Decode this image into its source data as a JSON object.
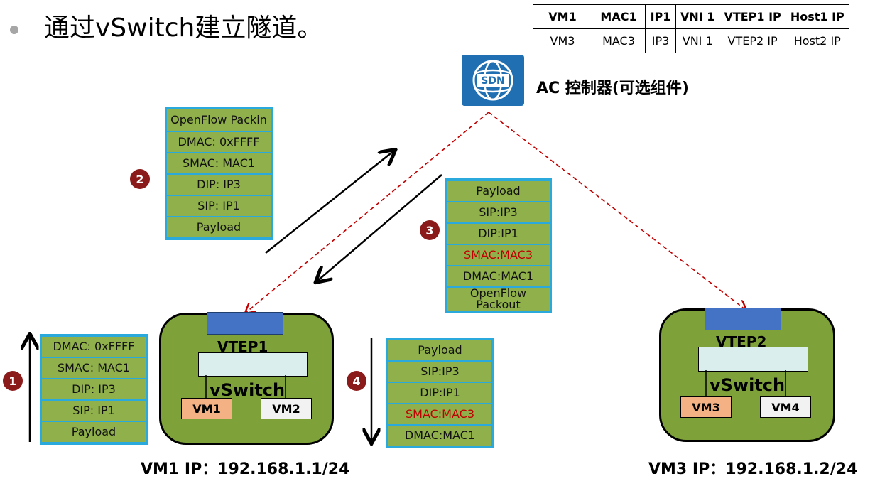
{
  "title": "通过vSwitch建立隧道。",
  "mapping_table": {
    "header": [
      "VM1",
      "MAC1",
      "IP1",
      "VNI 1",
      "VTEP1 IP",
      "Host1 IP"
    ],
    "row": [
      "VM3",
      "MAC3",
      "IP3",
      "VNI 1",
      "VTEP2 IP",
      "Host2 IP"
    ]
  },
  "controller": {
    "icon_text": "SDN",
    "label": "AC 控制器(可选组件)"
  },
  "packets": {
    "p1": {
      "badge": "1",
      "fields": [
        "DMAC: 0xFFFF",
        "SMAC: MAC1",
        "DIP: IP3",
        "SIP: IP1",
        "Payload"
      ]
    },
    "p2": {
      "badge": "2",
      "fields": [
        "OpenFlow Packin",
        "DMAC: 0xFFFF",
        "SMAC: MAC1",
        "DIP: IP3",
        "SIP: IP1",
        "Payload"
      ]
    },
    "p3": {
      "badge": "3",
      "fields": [
        "Payload",
        "SIP:IP3",
        "DIP:IP1",
        "SMAC:MAC3",
        "DMAC:MAC1",
        "OpenFlow Packout"
      ]
    },
    "p4": {
      "badge": "4",
      "fields": [
        "Payload",
        "SIP:IP3",
        "DIP:IP1",
        "SMAC:MAC3",
        "DMAC:MAC1"
      ]
    }
  },
  "host1": {
    "vtep": "VTEP1",
    "vswitch": "vSwitch",
    "vm_a": "VM1",
    "vm_b": "VM2",
    "ip_label": "VM1 IP：192.168.1.1/24"
  },
  "host2": {
    "vtep": "VTEP2",
    "vswitch": "vSwitch",
    "vm_a": "VM3",
    "vm_b": "VM4",
    "ip_label": "VM3 IP：192.168.1.2/24"
  },
  "colors": {
    "host_fill": "#7ea13a",
    "field_fill": "#8fb04a",
    "field_border": "#2aa9dd",
    "vtep_fill": "#4472c4",
    "sdn_fill": "#1f6fb2",
    "badge_fill": "#8b1a1a",
    "highlight_text": "#c00000",
    "vm_source_fill": "#f4b183",
    "dashed_arrow": "#c00000"
  }
}
